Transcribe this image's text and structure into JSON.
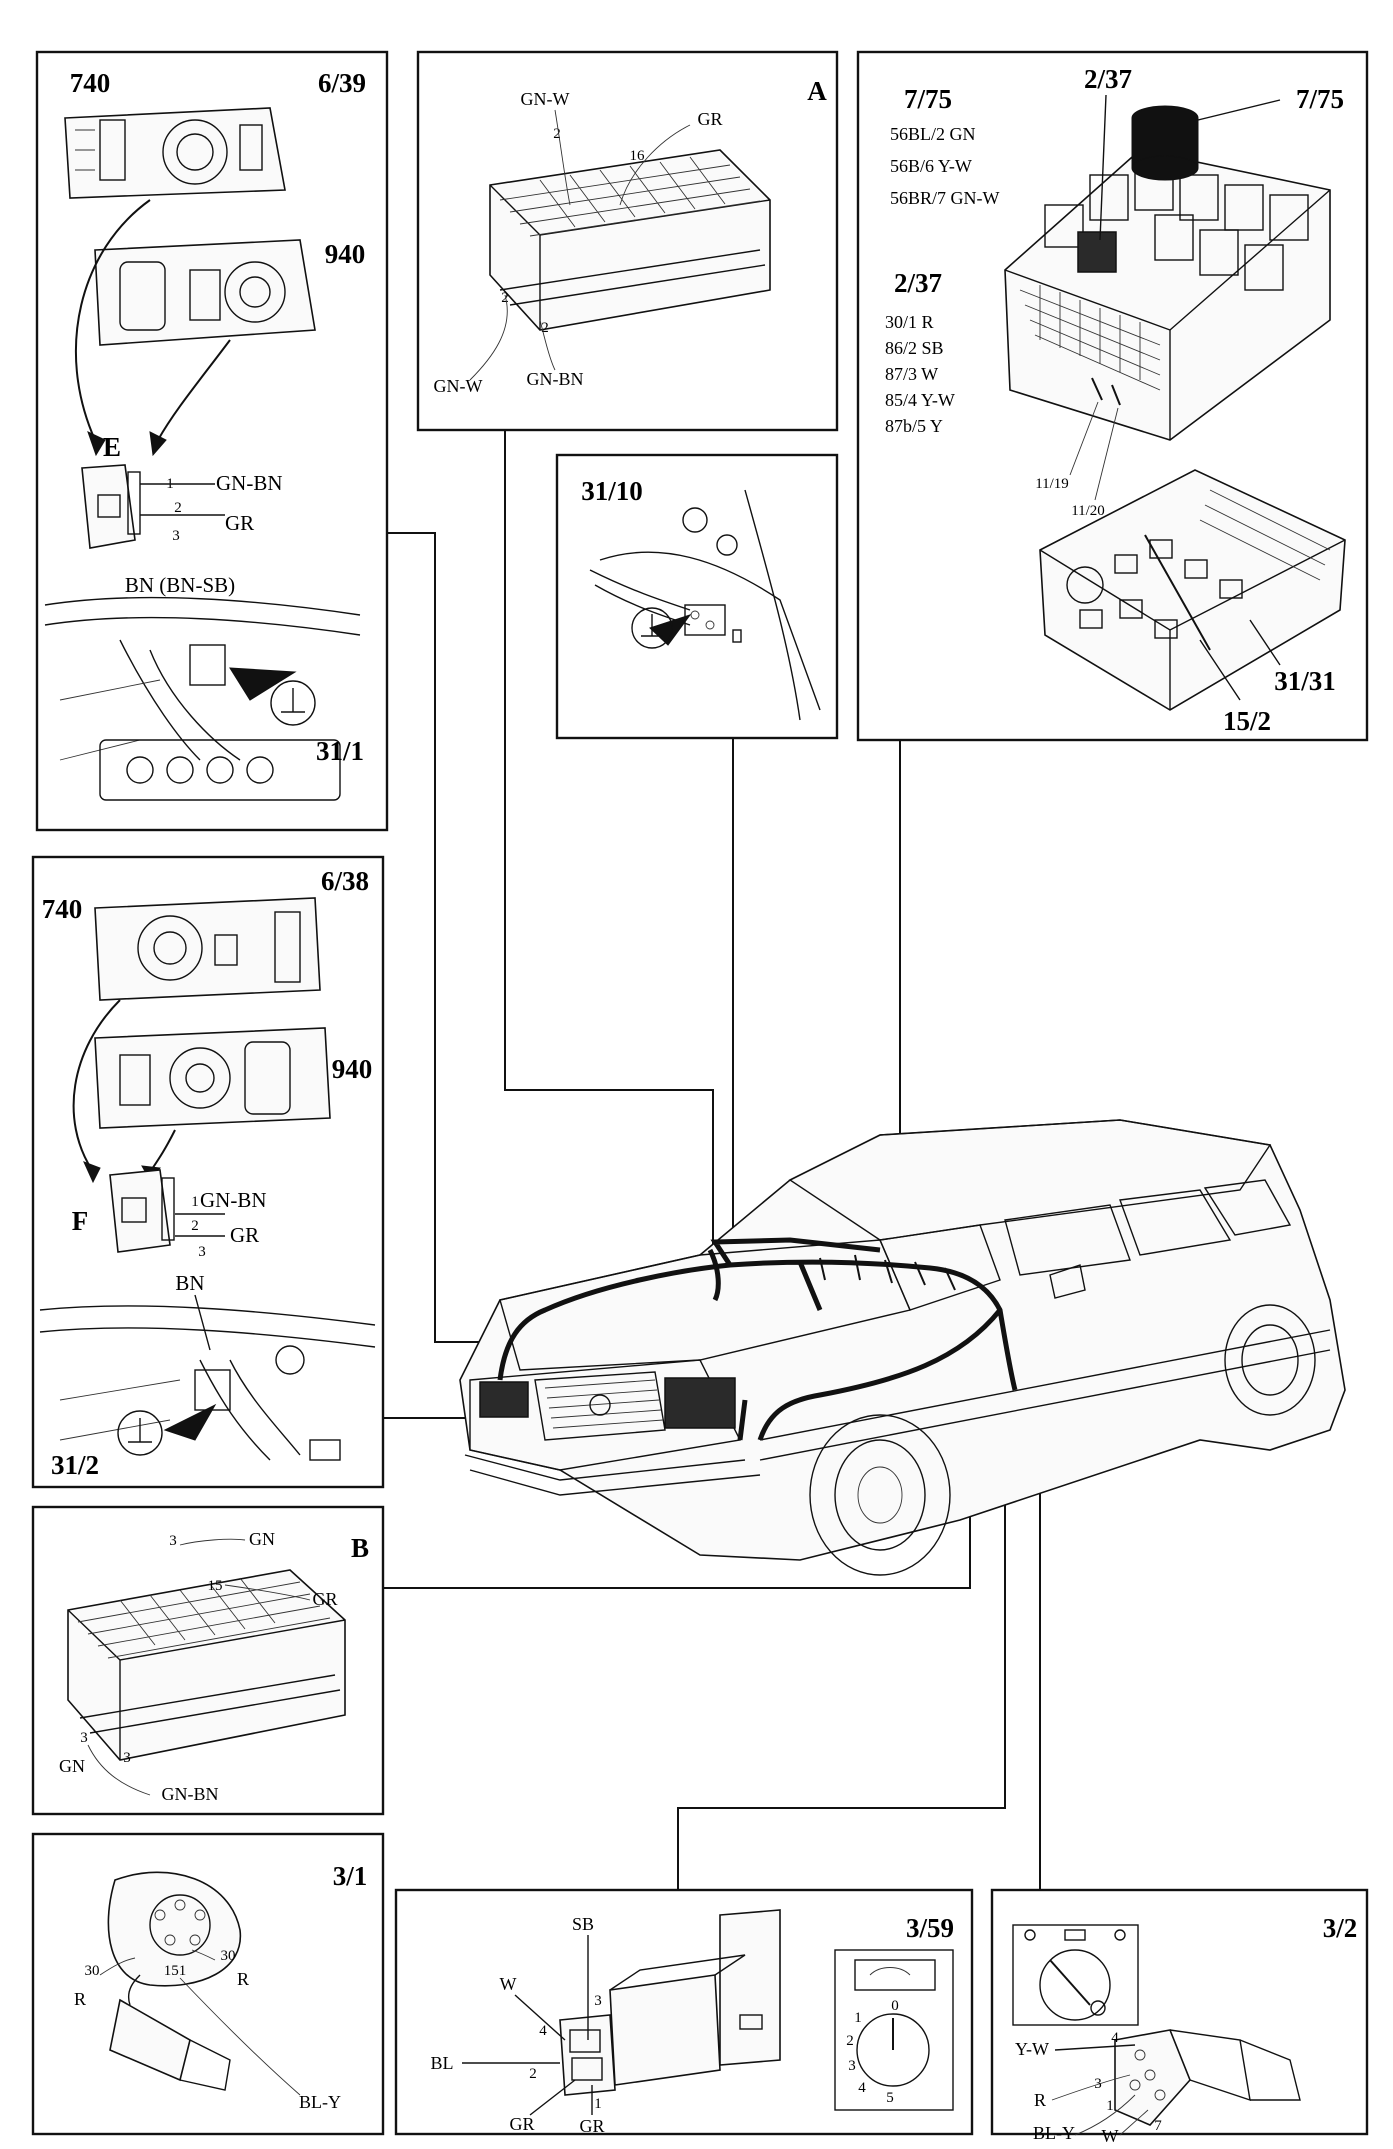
{
  "panel_6_39": {
    "id": "6/39",
    "variant_740": "740",
    "variant_940": "940",
    "connector": "E",
    "pins": [
      "1",
      "2",
      "3"
    ],
    "wires": [
      "GN-BN",
      "GR"
    ],
    "ground_wire": "BN (BN-SB)",
    "ground": "31/1"
  },
  "panel_6_38": {
    "id": "6/38",
    "variant_740": "740",
    "variant_940": "940",
    "connector": "F",
    "pins": [
      "1",
      "2",
      "3"
    ],
    "wires": [
      "GN-BN",
      "GR"
    ],
    "ground_wire": "BN",
    "ground": "31/2"
  },
  "panel_a": {
    "id": "A",
    "labels": {
      "gn_w_top": "GN-W",
      "gr": "GR",
      "pin2_top": "2",
      "pin16": "16",
      "pin2_left": "2",
      "pin2_bottom": "2",
      "gn_w_bottom": "GN-W",
      "gn_bn": "GN-BN"
    }
  },
  "panel_31_10": {
    "id": "31/10"
  },
  "panel_7_75": {
    "relay_id": "7/75",
    "relay_id_top": "7/75",
    "relay_2_37_top": "2/37",
    "relay_7_75_wires": [
      "56BL/2 GN",
      "56B/6 Y-W",
      "56BR/7 GN-W"
    ],
    "relay_2_37": "2/37",
    "relay_2_37_wires": [
      "30/1 R",
      "86/2 SB",
      "87/3 W",
      "85/4 Y-W",
      "87b/5 Y"
    ],
    "fuse_11_19": "11/19",
    "fuse_11_20": "11/20",
    "ground_31_31": "31/31",
    "fuse_15_2": "15/2"
  },
  "panel_b": {
    "id": "B",
    "labels": {
      "pin3_top": "3",
      "gn_top": "GN",
      "pin15": "15",
      "gr": "GR",
      "pin3_left": "3",
      "pin3_bottom": "3",
      "gn_bottom": "GN",
      "gn_bn": "GN-BN"
    }
  },
  "panel_3_1": {
    "id": "3/1",
    "labels": {
      "pin30_left": "30",
      "r_left": "R",
      "pin30_right": "30",
      "r_right": "R",
      "pin151": "151",
      "bl_y": "BL-Y"
    }
  },
  "panel_3_59": {
    "id": "3/59",
    "labels": {
      "sb": "SB",
      "w": "W",
      "bl": "BL",
      "gr_left": "GR",
      "gr_right": "GR",
      "pin4": "4",
      "pin3": "3",
      "pin2": "2",
      "pin1": "1"
    },
    "dial": [
      "0",
      "1",
      "2",
      "3",
      "4",
      "5"
    ]
  },
  "panel_3_2": {
    "id": "3/2",
    "labels": {
      "y_w": "Y-W",
      "r": "R",
      "bl_y": "BL-Y",
      "w": "W",
      "pin4": "4",
      "pin3": "3",
      "pin1": "1",
      "pin7": "7"
    }
  }
}
